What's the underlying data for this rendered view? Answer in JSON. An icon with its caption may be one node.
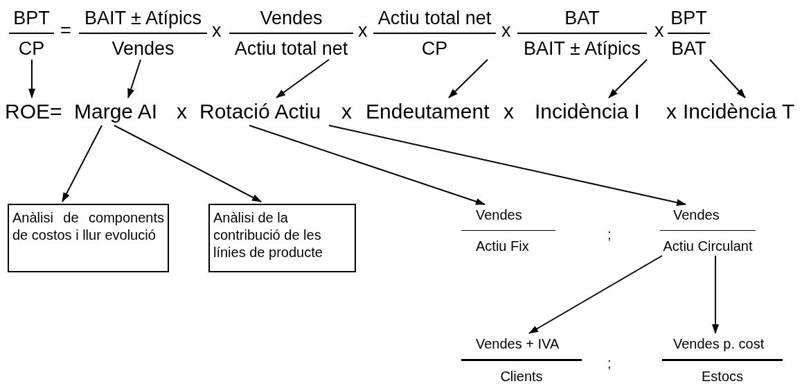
{
  "diagram": {
    "nodes": [
      {
        "text": [
          "BPT",
          "CP"
        ]
      },
      {
        "text": [
          "BAIT ± Atípics",
          "Vendes"
        ]
      },
      {
        "text": [
          "Vendes",
          "Actiu total net"
        ]
      },
      {
        "text": [
          "Actiu total net",
          "CP"
        ]
      },
      {
        "text": [
          "BAT",
          "BAIT ± Atípics"
        ]
      },
      {
        "text": [
          "BPT",
          "BAT"
        ]
      },
      {
        "text": [
          "ROE="
        ]
      },
      {
        "text": [
          "Marge AI"
        ]
      },
      {
        "text": [
          "Rotació Actiu"
        ]
      },
      {
        "text": [
          "Endeutament"
        ]
      },
      {
        "text": [
          "Incidència I"
        ]
      },
      {
        "text": [
          "Incidència T"
        ]
      },
      {
        "text": [
          "Anàlisi de components de costos i llur evolució"
        ]
      },
      {
        "text": [
          "Anàlisi de la contribució de les línies de producte"
        ]
      },
      {
        "text": [
          "Vendes",
          "Actiu Fix"
        ]
      },
      {
        "text": [
          "Vendes",
          "Actiu Circulant"
        ]
      },
      {
        "text": [
          "Vendes + IVA",
          "Clients"
        ]
      },
      {
        "text": [
          "Vendes p. cost",
          "Estocs"
        ]
      }
    ],
    "edges": [
      {
        "from": 0,
        "to": 6,
        "arrow": "to"
      },
      {
        "from": 1,
        "to": 7,
        "arrow": "to"
      },
      {
        "from": 2,
        "to": 8,
        "arrow": "to"
      },
      {
        "from": 3,
        "to": 9,
        "arrow": "to"
      },
      {
        "from": 4,
        "to": 10,
        "arrow": "to"
      },
      {
        "from": 5,
        "to": 11,
        "arrow": "to"
      },
      {
        "from": 7,
        "to": 12,
        "arrow": "to"
      },
      {
        "from": 7,
        "to": 13,
        "arrow": "to"
      },
      {
        "from": 8,
        "to": 14,
        "arrow": "to"
      },
      {
        "from": 8,
        "to": 15,
        "arrow": "to"
      },
      {
        "from": 15,
        "to": 16,
        "arrow": "to"
      },
      {
        "from": 15,
        "to": 17,
        "arrow": "to"
      }
    ],
    "labels": [
      "=",
      "x",
      "x",
      "x",
      "x",
      "x",
      "x",
      "x",
      "x",
      ";",
      ";"
    ]
  }
}
